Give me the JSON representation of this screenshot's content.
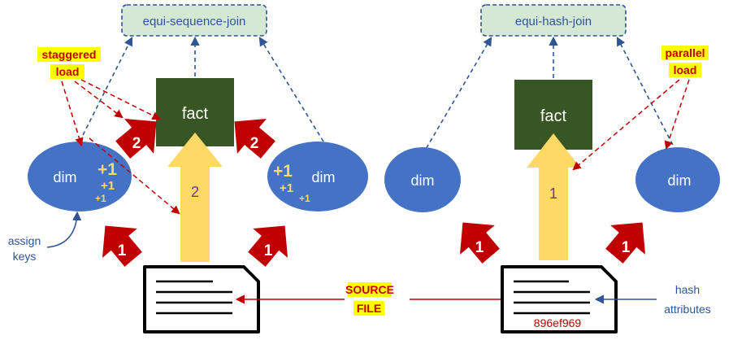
{
  "left": {
    "join": "equi-sequence-join",
    "fact": "fact",
    "dim_left": "dim",
    "dim_right": "dim",
    "callout": [
      "staggered",
      "load"
    ],
    "side_note": [
      "assign",
      "keys"
    ],
    "plus_left": [
      "+1",
      "+1",
      "+1"
    ],
    "plus_right": [
      "+1",
      "+1",
      "+1"
    ],
    "red_arrow_top": [
      "2",
      "2"
    ],
    "red_arrow_bottom": [
      "1",
      "1"
    ],
    "fact_arrow": "2"
  },
  "right": {
    "join": "equi-hash-join",
    "fact": "fact",
    "dim_left": "dim",
    "dim_right": "dim",
    "callout": [
      "parallel",
      "load"
    ],
    "side_note": [
      "hash",
      "attributes"
    ],
    "red_arrow_bottom": [
      "1",
      "1"
    ],
    "fact_arrow": "1",
    "hash_value": "896ef969"
  },
  "center": {
    "source_label": [
      "SOURCE",
      "FILE"
    ]
  },
  "colors": {
    "dim_fill": "#4472c4",
    "fact_fill": "#375623",
    "join_fill": "#d5e8d4",
    "red_arrow": "#c00000",
    "yellow_arrow": "#ffd966",
    "callout_bg": "#ffff00",
    "blue_line": "#2f5597"
  }
}
